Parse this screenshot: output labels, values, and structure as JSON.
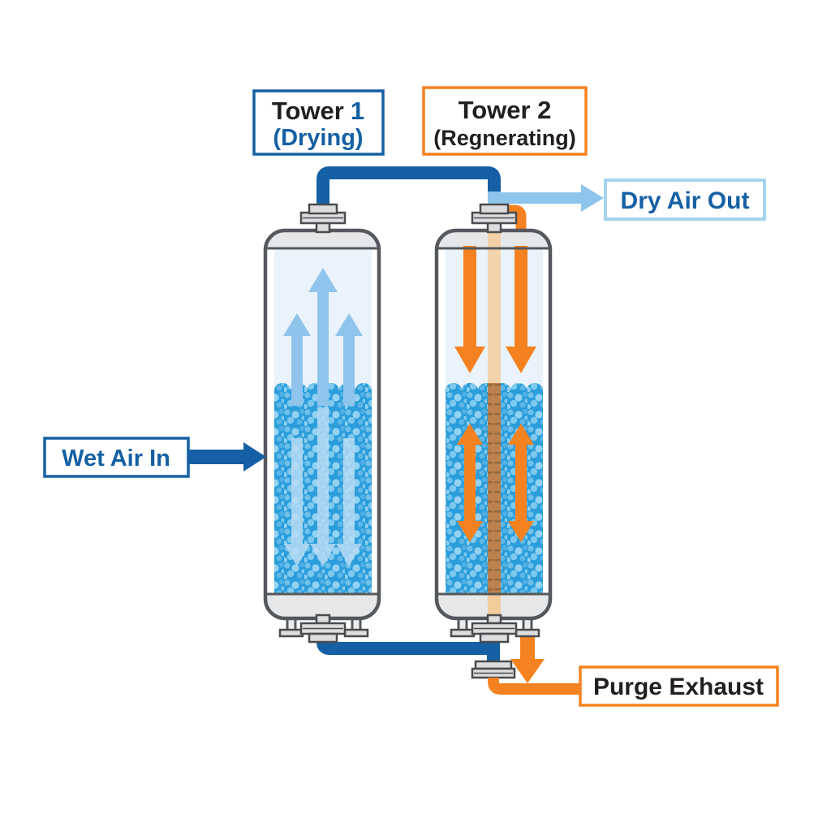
{
  "labels": {
    "tower1": {
      "name": "Tower",
      "number": "1",
      "state": "(Drying)"
    },
    "tower2": {
      "name": "Tower 2",
      "state": "(Regnerating)"
    },
    "dry_air_out": "Dry Air Out",
    "wet_air_in": "Wet Air In",
    "purge_exhaust": "Purge Exhaust"
  },
  "colors": {
    "dark_blue": "#1560a4",
    "light_blue": "#8fc4ec",
    "pale_blue_border": "#a5d2ef",
    "orange": "#f58220",
    "desiccant_blue": "#2b9ddb",
    "tan_pipe": "#f3cc9c",
    "brown_pipe": "#b9824e",
    "vessel_outline": "#55585c",
    "dome_gray": "#e6e7e8",
    "text_black": "#231f20"
  }
}
